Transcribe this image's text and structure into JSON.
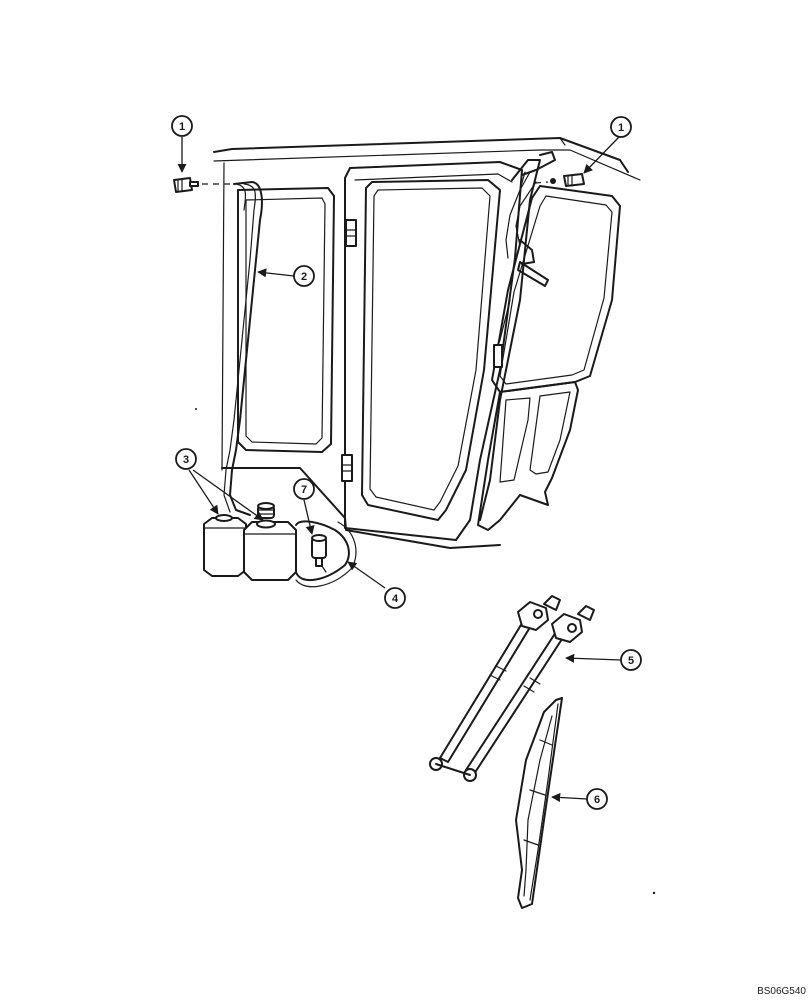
{
  "callouts": [
    {
      "id": "1a",
      "label": "1"
    },
    {
      "id": "1b",
      "label": "1"
    },
    {
      "id": "2",
      "label": "2"
    },
    {
      "id": "3",
      "label": "3"
    },
    {
      "id": "4",
      "label": "4"
    },
    {
      "id": "5",
      "label": "5"
    },
    {
      "id": "6",
      "label": "6"
    },
    {
      "id": "7",
      "label": "7"
    }
  ],
  "drawing_code": "BS06G540"
}
